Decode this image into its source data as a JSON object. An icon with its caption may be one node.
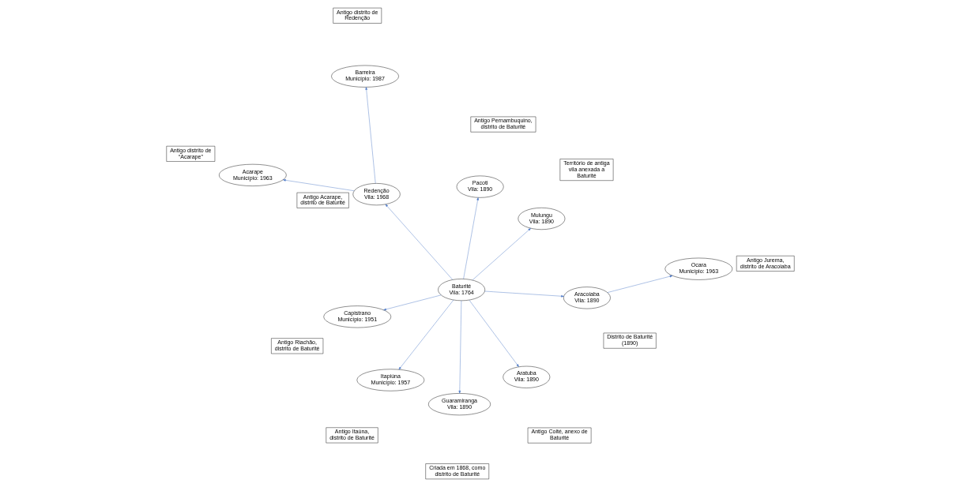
{
  "diagram": {
    "nodes": [
      {
        "text": [
          "Baturité",
          "Vila: 1764"
        ]
      },
      {
        "text": [
          "Guaramiranga",
          "Vila: 1890"
        ]
      },
      {
        "text": [
          "Criada em 1868, como distrito de Baturité"
        ]
      },
      {
        "text": [
          "Pacoti",
          "Vila: 1890"
        ]
      },
      {
        "text": [
          "Antigo Pernambuquino, distrito de Baturité"
        ]
      },
      {
        "text": [
          "Capistrano",
          "Município: 1951"
        ]
      },
      {
        "text": [
          "Antigo Riachão, distrito de Baturité"
        ]
      },
      {
        "text": [
          "Aracoiaba",
          "Vila: 1890"
        ]
      },
      {
        "text": [
          "Distrito de Baturité (1890)"
        ]
      },
      {
        "text": [
          "Itapiúna",
          "Município: 1957"
        ]
      },
      {
        "text": [
          "Antigo Itaúna, distrito de Baturité"
        ]
      },
      {
        "text": [
          "Ocara",
          "Município: 1963"
        ]
      },
      {
        "text": [
          "Antigo Jurema, distrito de Aracoiaba"
        ]
      },
      {
        "text": [
          "Mulungu",
          "Vila: 1890"
        ]
      },
      {
        "text": [
          "Território de antiga vila anexada a Baturité"
        ]
      },
      {
        "text": [
          "Aratuba",
          "Vila: 1890"
        ]
      },
      {
        "text": [
          "Antigo Coité, anexo de Baturité"
        ]
      },
      {
        "text": [
          "Redenção",
          "Vila: 1968"
        ]
      },
      {
        "text": [
          "Antigo Acarape, distrito de Baturité"
        ]
      },
      {
        "text": [
          "Acarape",
          "Município: 1963"
        ]
      },
      {
        "text": [
          "Antigo distrito de “Acarape”"
        ]
      },
      {
        "text": [
          "Barreira",
          "Município: 1987"
        ]
      },
      {
        "text": [
          "Antigo distrito de Redenção"
        ]
      }
    ],
    "edges": [
      {
        "from": 0,
        "to": 1,
        "arrow": "to"
      },
      {
        "from": 0,
        "to": 3,
        "arrow": "to"
      },
      {
        "from": 0,
        "to": 5,
        "arrow": "to"
      },
      {
        "from": 0,
        "to": 7,
        "arrow": "to"
      },
      {
        "from": 0,
        "to": 9,
        "arrow": "to"
      },
      {
        "from": 0,
        "to": 13,
        "arrow": "to"
      },
      {
        "from": 0,
        "to": 15,
        "arrow": "to"
      },
      {
        "from": 0,
        "to": 17,
        "arrow": "to"
      },
      {
        "from": 7,
        "to": 11,
        "arrow": "to"
      },
      {
        "from": 17,
        "to": 19,
        "arrow": "to"
      },
      {
        "from": 17,
        "to": 21,
        "arrow": "to"
      }
    ]
  }
}
